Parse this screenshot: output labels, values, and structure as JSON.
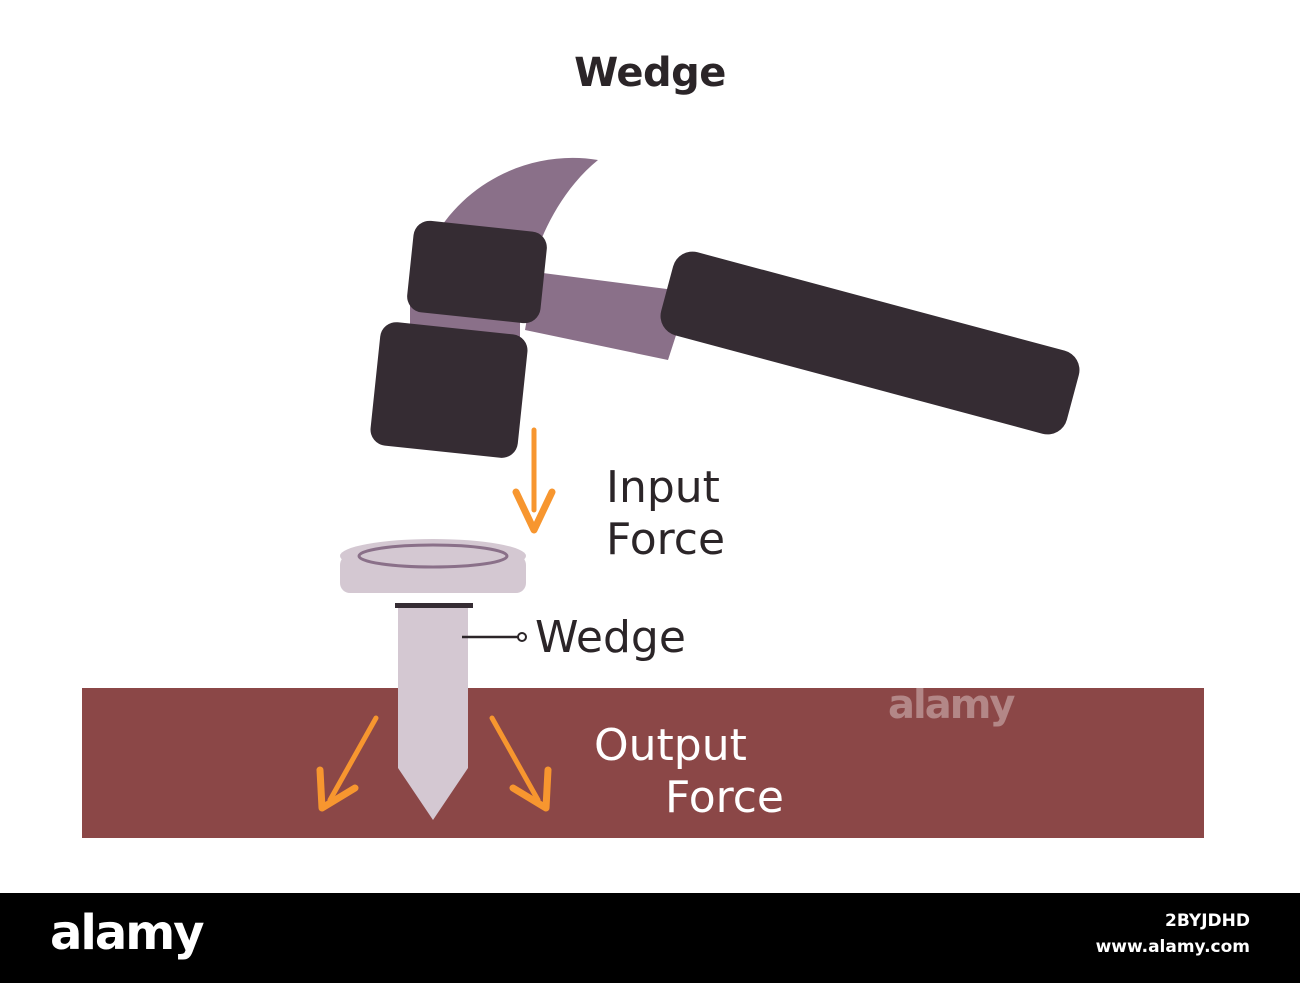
{
  "diagram": {
    "title": "Wedge",
    "labels": {
      "input_force_line1": "Input",
      "input_force_line2": "Force",
      "wedge": "Wedge",
      "output_force_line1": "Output",
      "output_force_line2": "Force"
    }
  },
  "colors": {
    "ground": "#8b4747",
    "hammer_head": "#8a7089",
    "hammer_dark": "#352c33",
    "nail": "#d4c8d2",
    "arrow": "#f7962f",
    "text": "#2b2528"
  },
  "watermark": {
    "brand": "alamy",
    "image_id": "2BYJDHD",
    "site": "www.alamy.com"
  }
}
